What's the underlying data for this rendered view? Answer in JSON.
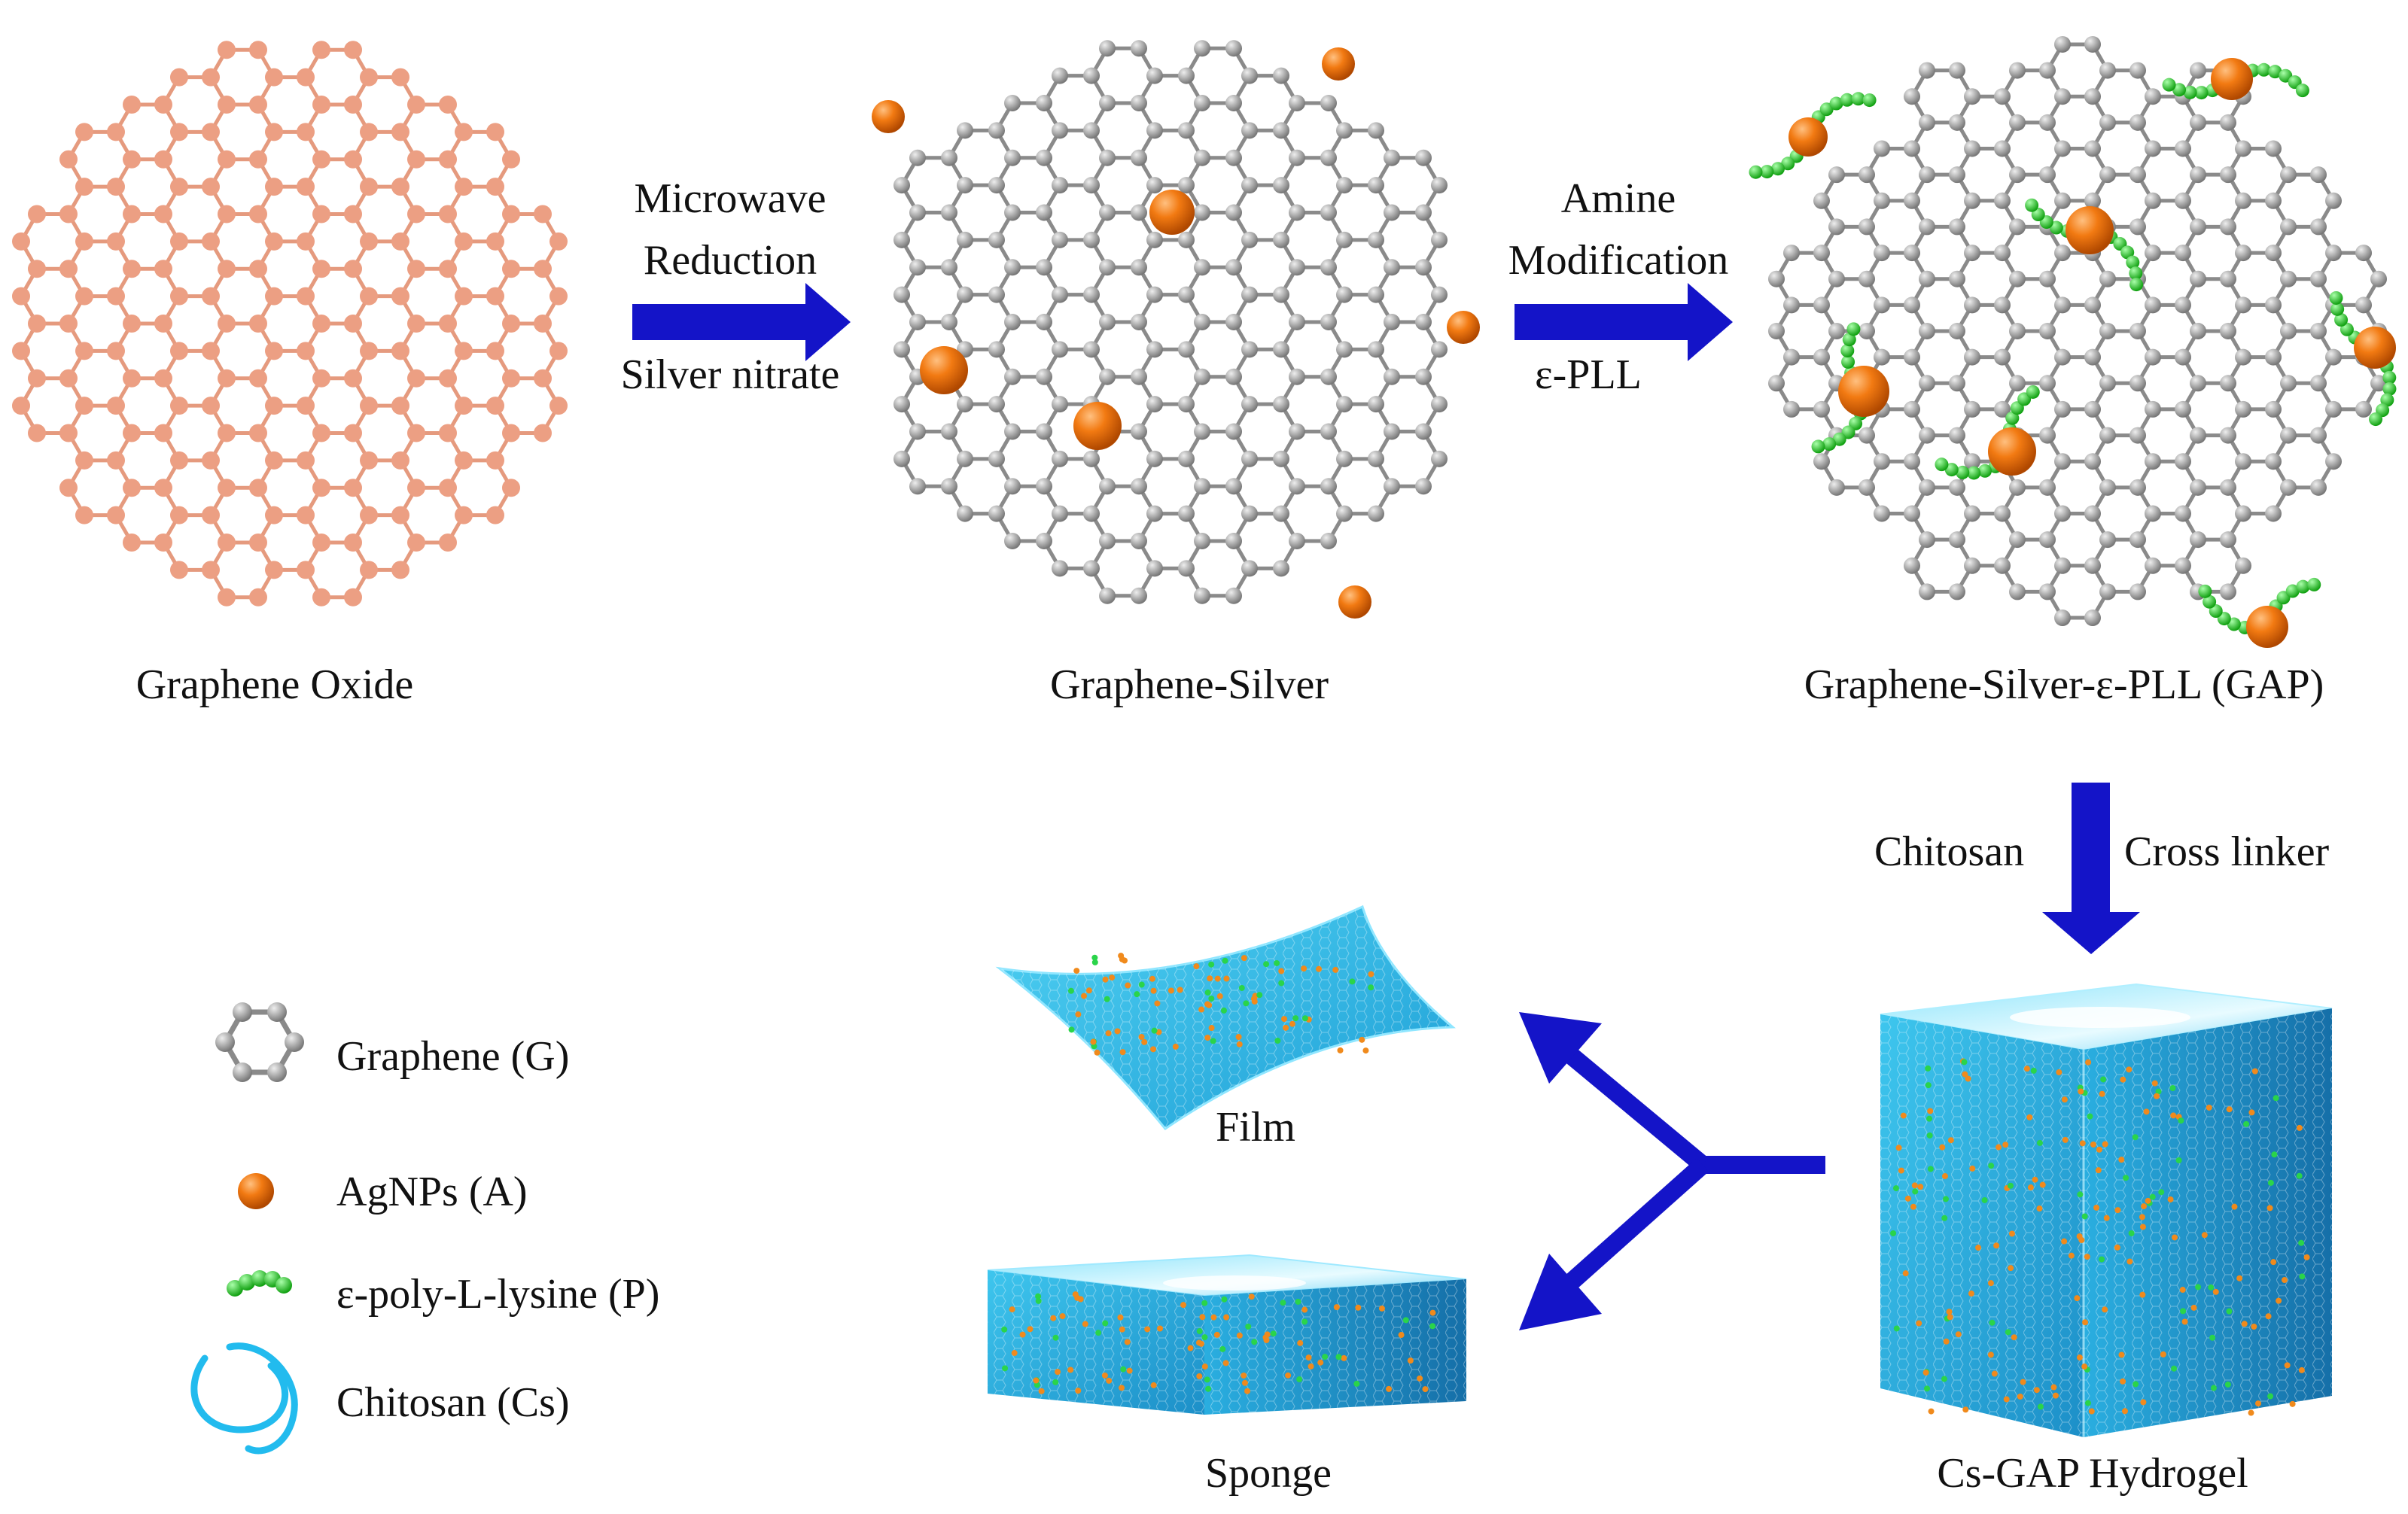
{
  "steps": {
    "step1": {
      "line1": "Microwave",
      "line2": "Reduction",
      "line3": "Silver nitrate"
    },
    "step2": {
      "line1": "Amine",
      "line2": "Modification",
      "line3": "ε-PLL"
    },
    "step3": {
      "left": "Chitosan",
      "right": "Cross linker"
    }
  },
  "structures": {
    "graphene_oxide": "Graphene Oxide",
    "graphene_silver": "Graphene-Silver",
    "gap": "Graphene-Silver-ε-PLL  (GAP)",
    "hydrogel": "Cs-GAP Hydrogel",
    "film": "Film",
    "sponge": "Sponge"
  },
  "legend": {
    "graphene": "Graphene (G)",
    "agnps": "AgNPs (A)",
    "pll": "ε-poly-L-lysine (P)",
    "chitosan": "Chitosan (Cs)"
  },
  "colors": {
    "graphene_oxide": "#e8967a",
    "graphene": "#8a8a8a",
    "silver": "#f07a10",
    "pll": "#22cc22",
    "chitosan": "#22bbee",
    "arrow": "#1414c8",
    "gel": "#3cc4ec"
  }
}
